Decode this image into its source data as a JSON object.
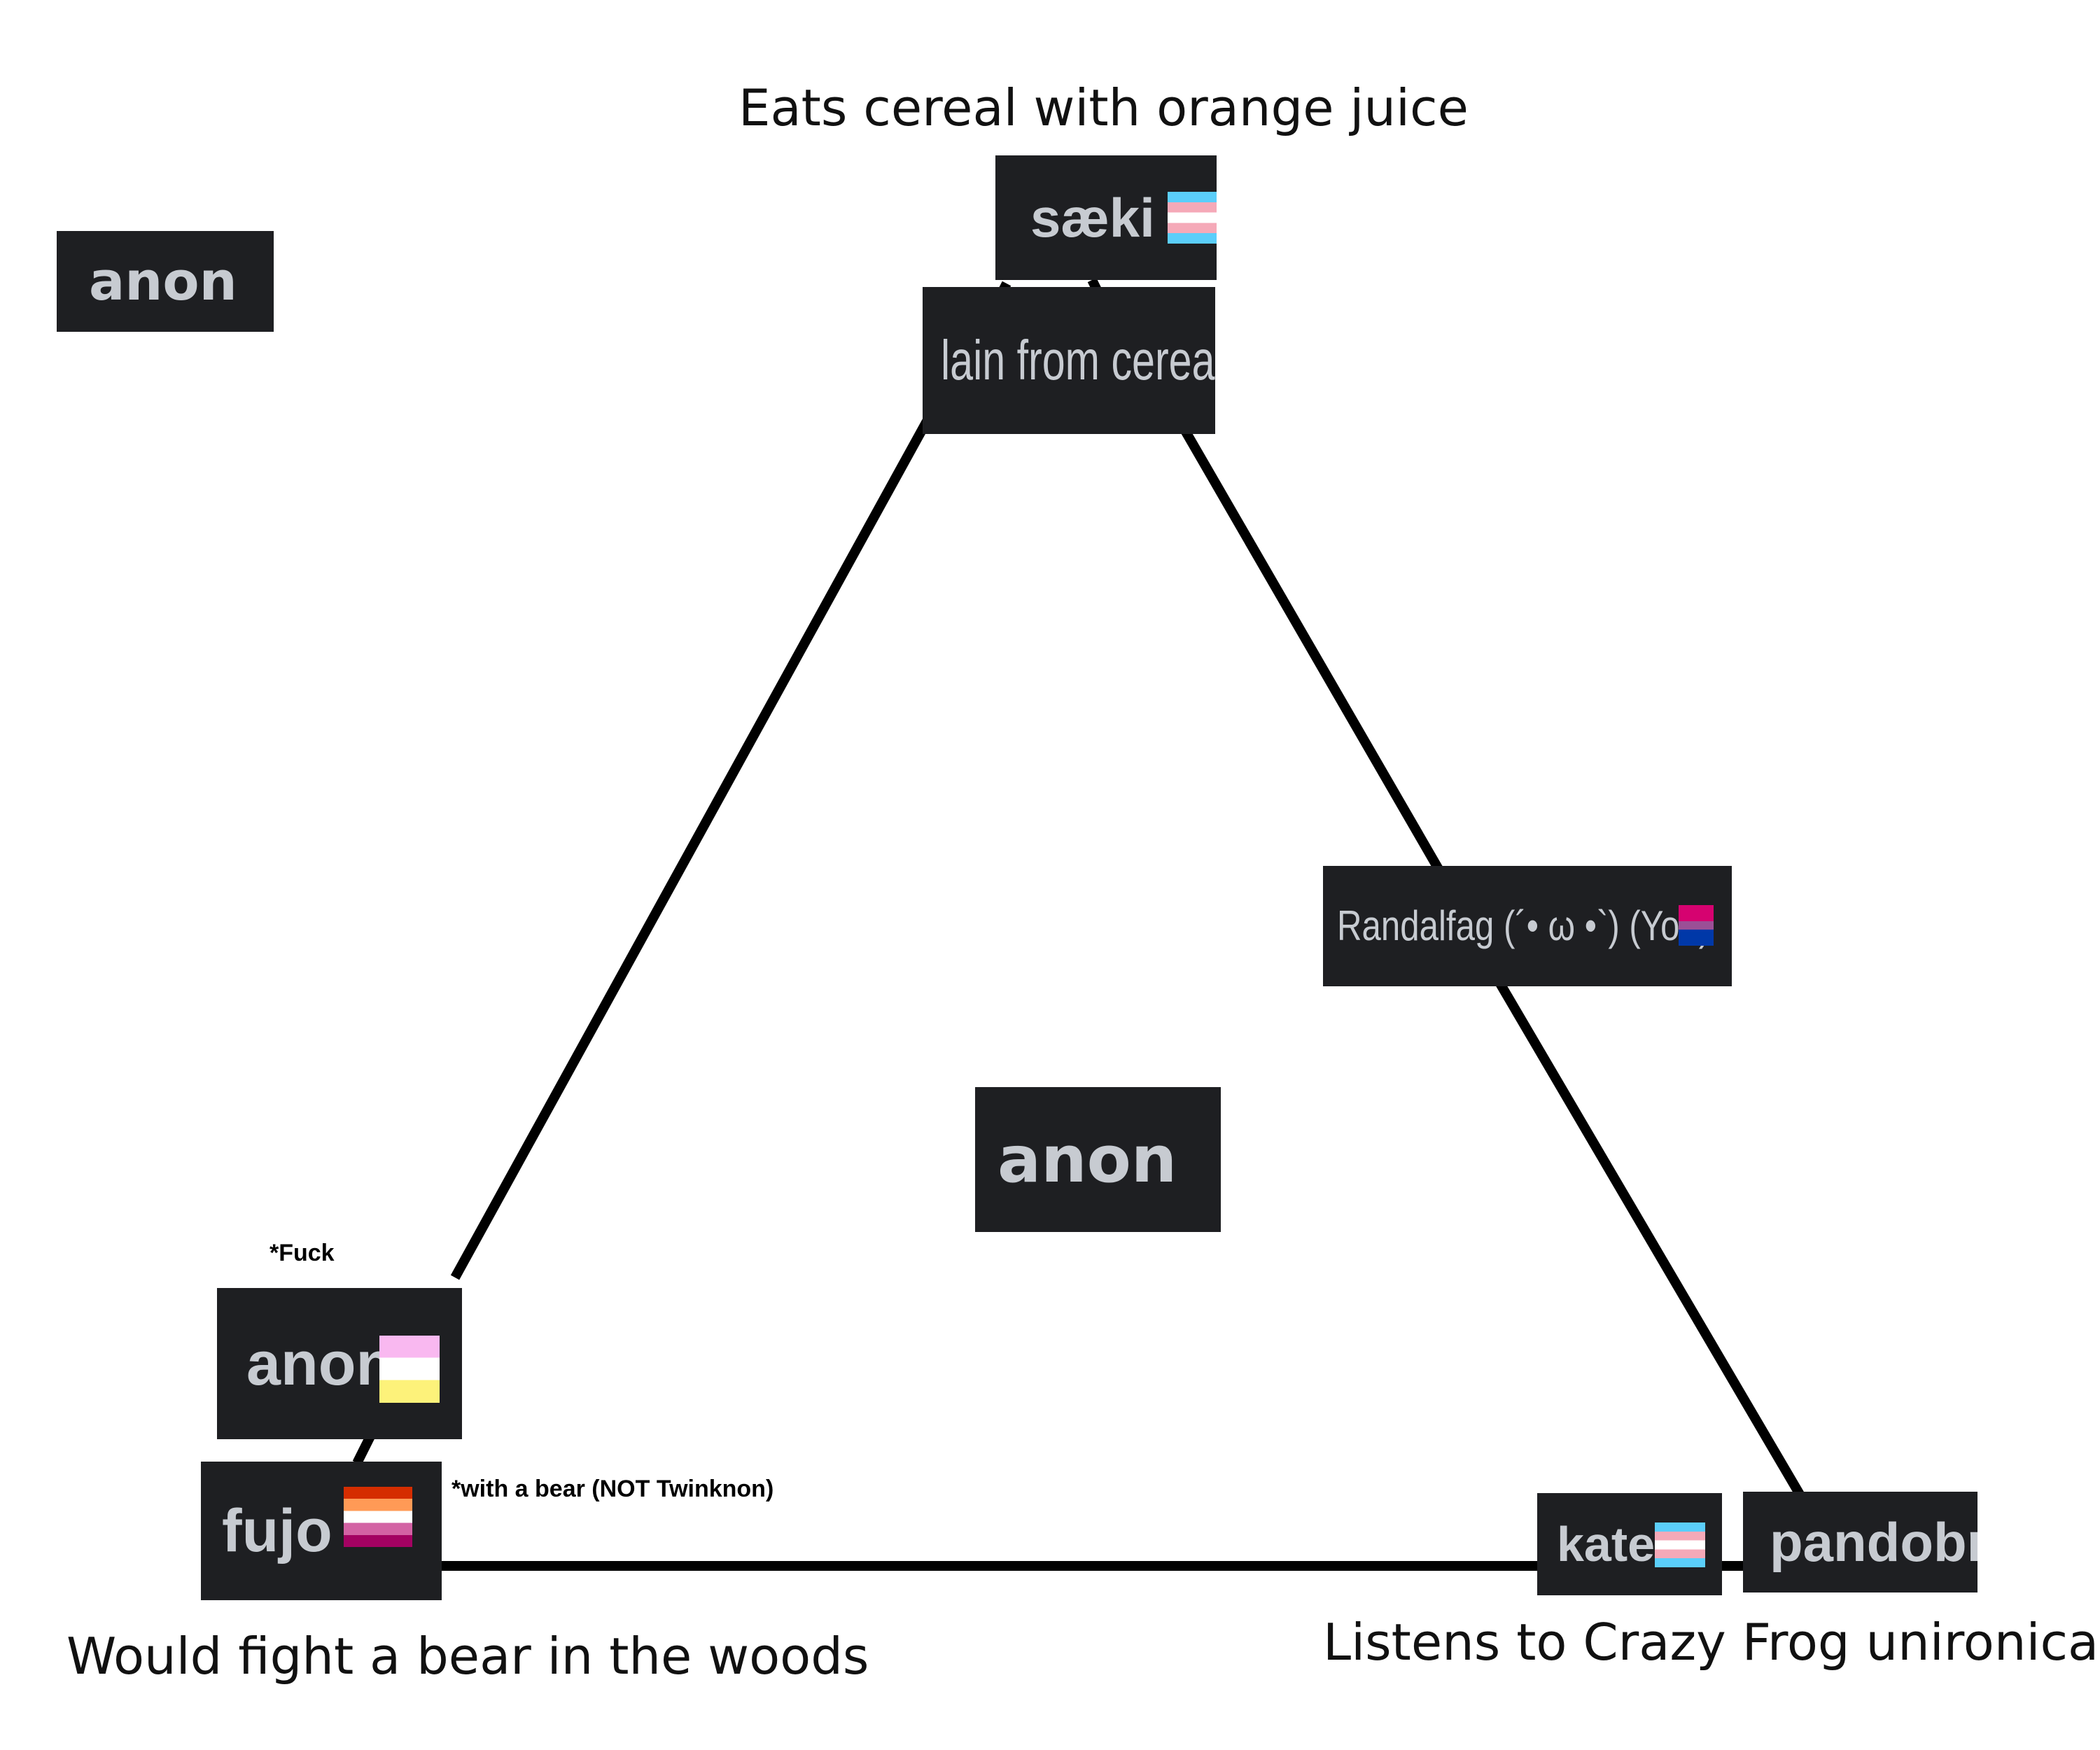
{
  "corner_labels": {
    "top": "Eats cereal with orange juice",
    "bottom_left": "Would fight a bear in the woods",
    "bottom_right": "Listens to Crazy Frog unironically"
  },
  "notes": {
    "fuck": "*Fuck",
    "with_bear": "*with a bear (NOT Twinknon)"
  },
  "users": {
    "top_left_anon": "anon",
    "saeki": "sæki",
    "lain": "lain from cereal",
    "randalfag": "Randalfag (´• ω •`) (You)",
    "center_anon": "anon",
    "bottom_left_anon": "anon",
    "fujo": "fujo",
    "kate": "kate",
    "pandobra": "pandobra"
  },
  "flags": {
    "saeki": "trans-flag",
    "randalfag": "bi-flag",
    "bottom_left_anon": "pink-white-yellow-flag",
    "fujo": "lesbian-flag",
    "kate": "trans-flag"
  },
  "colors": {
    "tag_background": "#1e1f22",
    "tag_text": "#c7cbd1",
    "line": "#000000",
    "trans": [
      "#5bcefa",
      "#f5a9b8",
      "#ffffff",
      "#f5a9b8",
      "#5bcefa"
    ],
    "bi": [
      "#d60270",
      "#9b4f96",
      "#0038a8"
    ],
    "lesbian": [
      "#d52d00",
      "#ff9a56",
      "#ffffff",
      "#d362a4",
      "#a30262"
    ],
    "pink_white_yellow": [
      "#f9b8f0",
      "#ffffff",
      "#fdf27a"
    ]
  }
}
